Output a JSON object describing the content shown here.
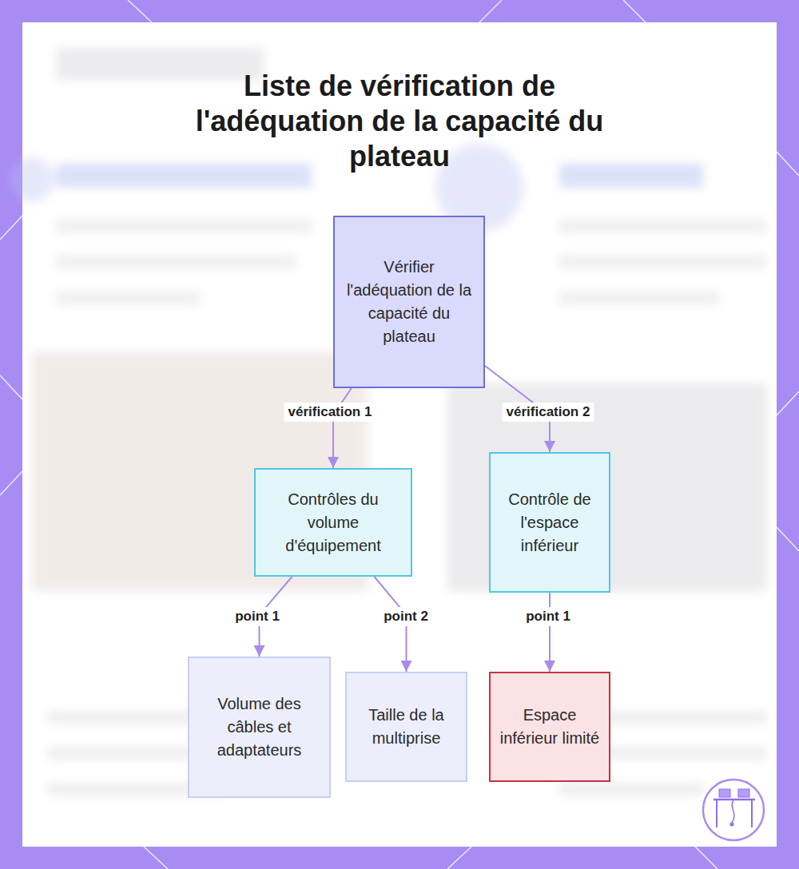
{
  "diagram": {
    "title": "Liste de vérification de l'adéquation de la capacité du plateau",
    "nodes": [
      {
        "text": [
          "Vérifier l'adéquation de la capacité du plateau"
        ]
      },
      {
        "text": [
          "Contrôles du volume d'équipement"
        ]
      },
      {
        "text": [
          "Contrôle de l'espace inférieur"
        ]
      },
      {
        "text": [
          "Volume des câbles et adaptateurs"
        ]
      },
      {
        "text": [
          "Taille de la multiprise"
        ]
      },
      {
        "text": [
          "Espace inférieur limité"
        ]
      }
    ],
    "edges": [
      {
        "from": 0,
        "to": 1,
        "label": "vérification 1",
        "arrow": "to"
      },
      {
        "from": 0,
        "to": 2,
        "label": "vérification 2",
        "arrow": "to"
      },
      {
        "from": 1,
        "to": 3,
        "label": "point 1",
        "arrow": "to"
      },
      {
        "from": 1,
        "to": 4,
        "label": "point 2",
        "arrow": "to"
      },
      {
        "from": 2,
        "to": 5,
        "label": "point 1",
        "arrow": "to"
      }
    ]
  }
}
